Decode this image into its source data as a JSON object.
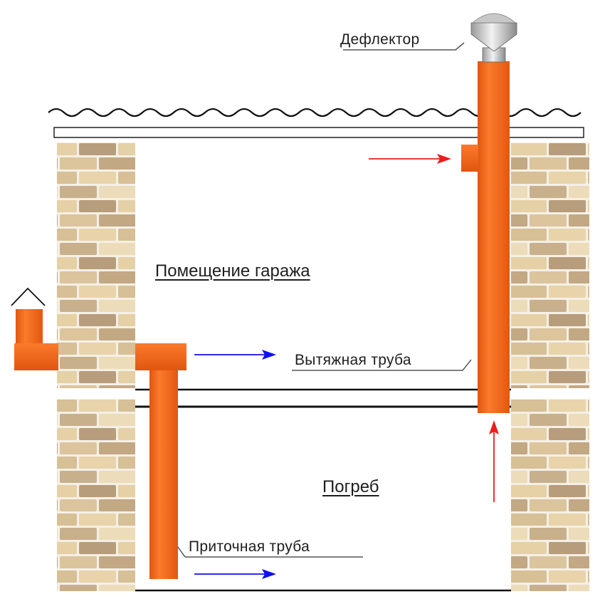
{
  "labels": {
    "deflector": "Дефлектор",
    "garage_room": "Помещение гаража",
    "exhaust_pipe": "Вытяжная труба",
    "cellar": "Погреб",
    "supply_pipe": "Приточная труба"
  },
  "colors": {
    "pipe": "#f4671b",
    "pipe_dark": "#d64f0c",
    "brick_light": "#ead7b2",
    "brick_mid": "#d9c39b",
    "brick_dark": "#b89f7d",
    "mortar": "#f4f0e6",
    "inflow_arrow": "#1010ee",
    "outflow_arrow": "#ee1c1c",
    "line": "#111111"
  }
}
